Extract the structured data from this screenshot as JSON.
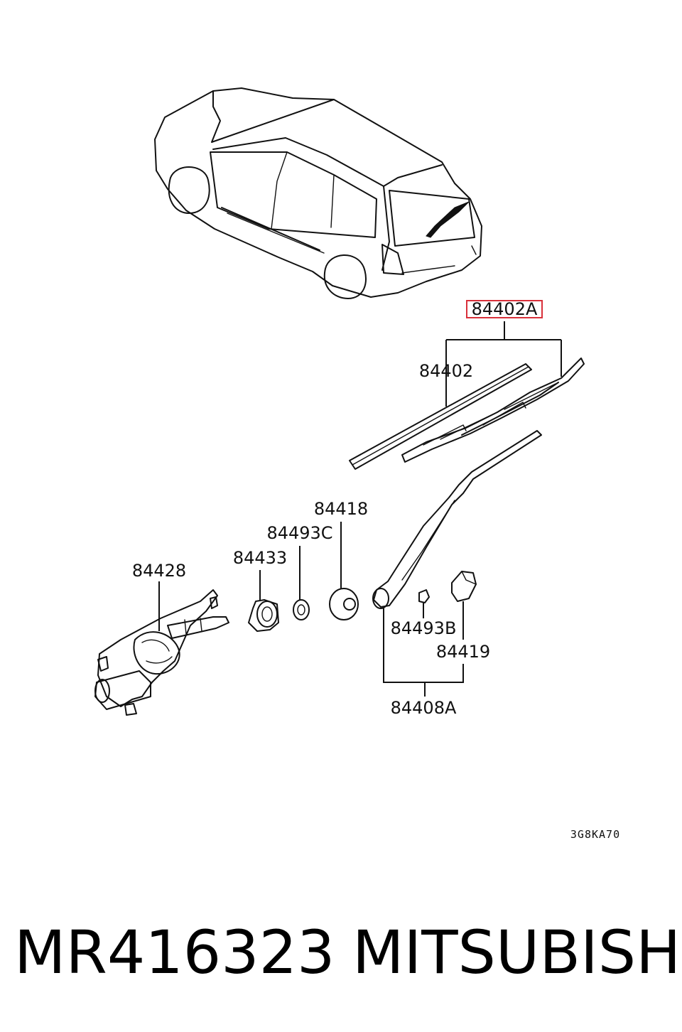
{
  "diagram": {
    "labels": {
      "assembly_highlighted": "84402A",
      "blade": "84402",
      "cap": "84418",
      "washer": "84493C",
      "bushing": "84433",
      "motor": "84428",
      "nut": "84493B",
      "cover": "84419",
      "arm_assembly": "84408A"
    },
    "highlight_color": "#d9303a",
    "figure_code": "3G8KA70"
  },
  "caption": {
    "part_number": "MR416323",
    "brand": "MITSUBISHI"
  }
}
